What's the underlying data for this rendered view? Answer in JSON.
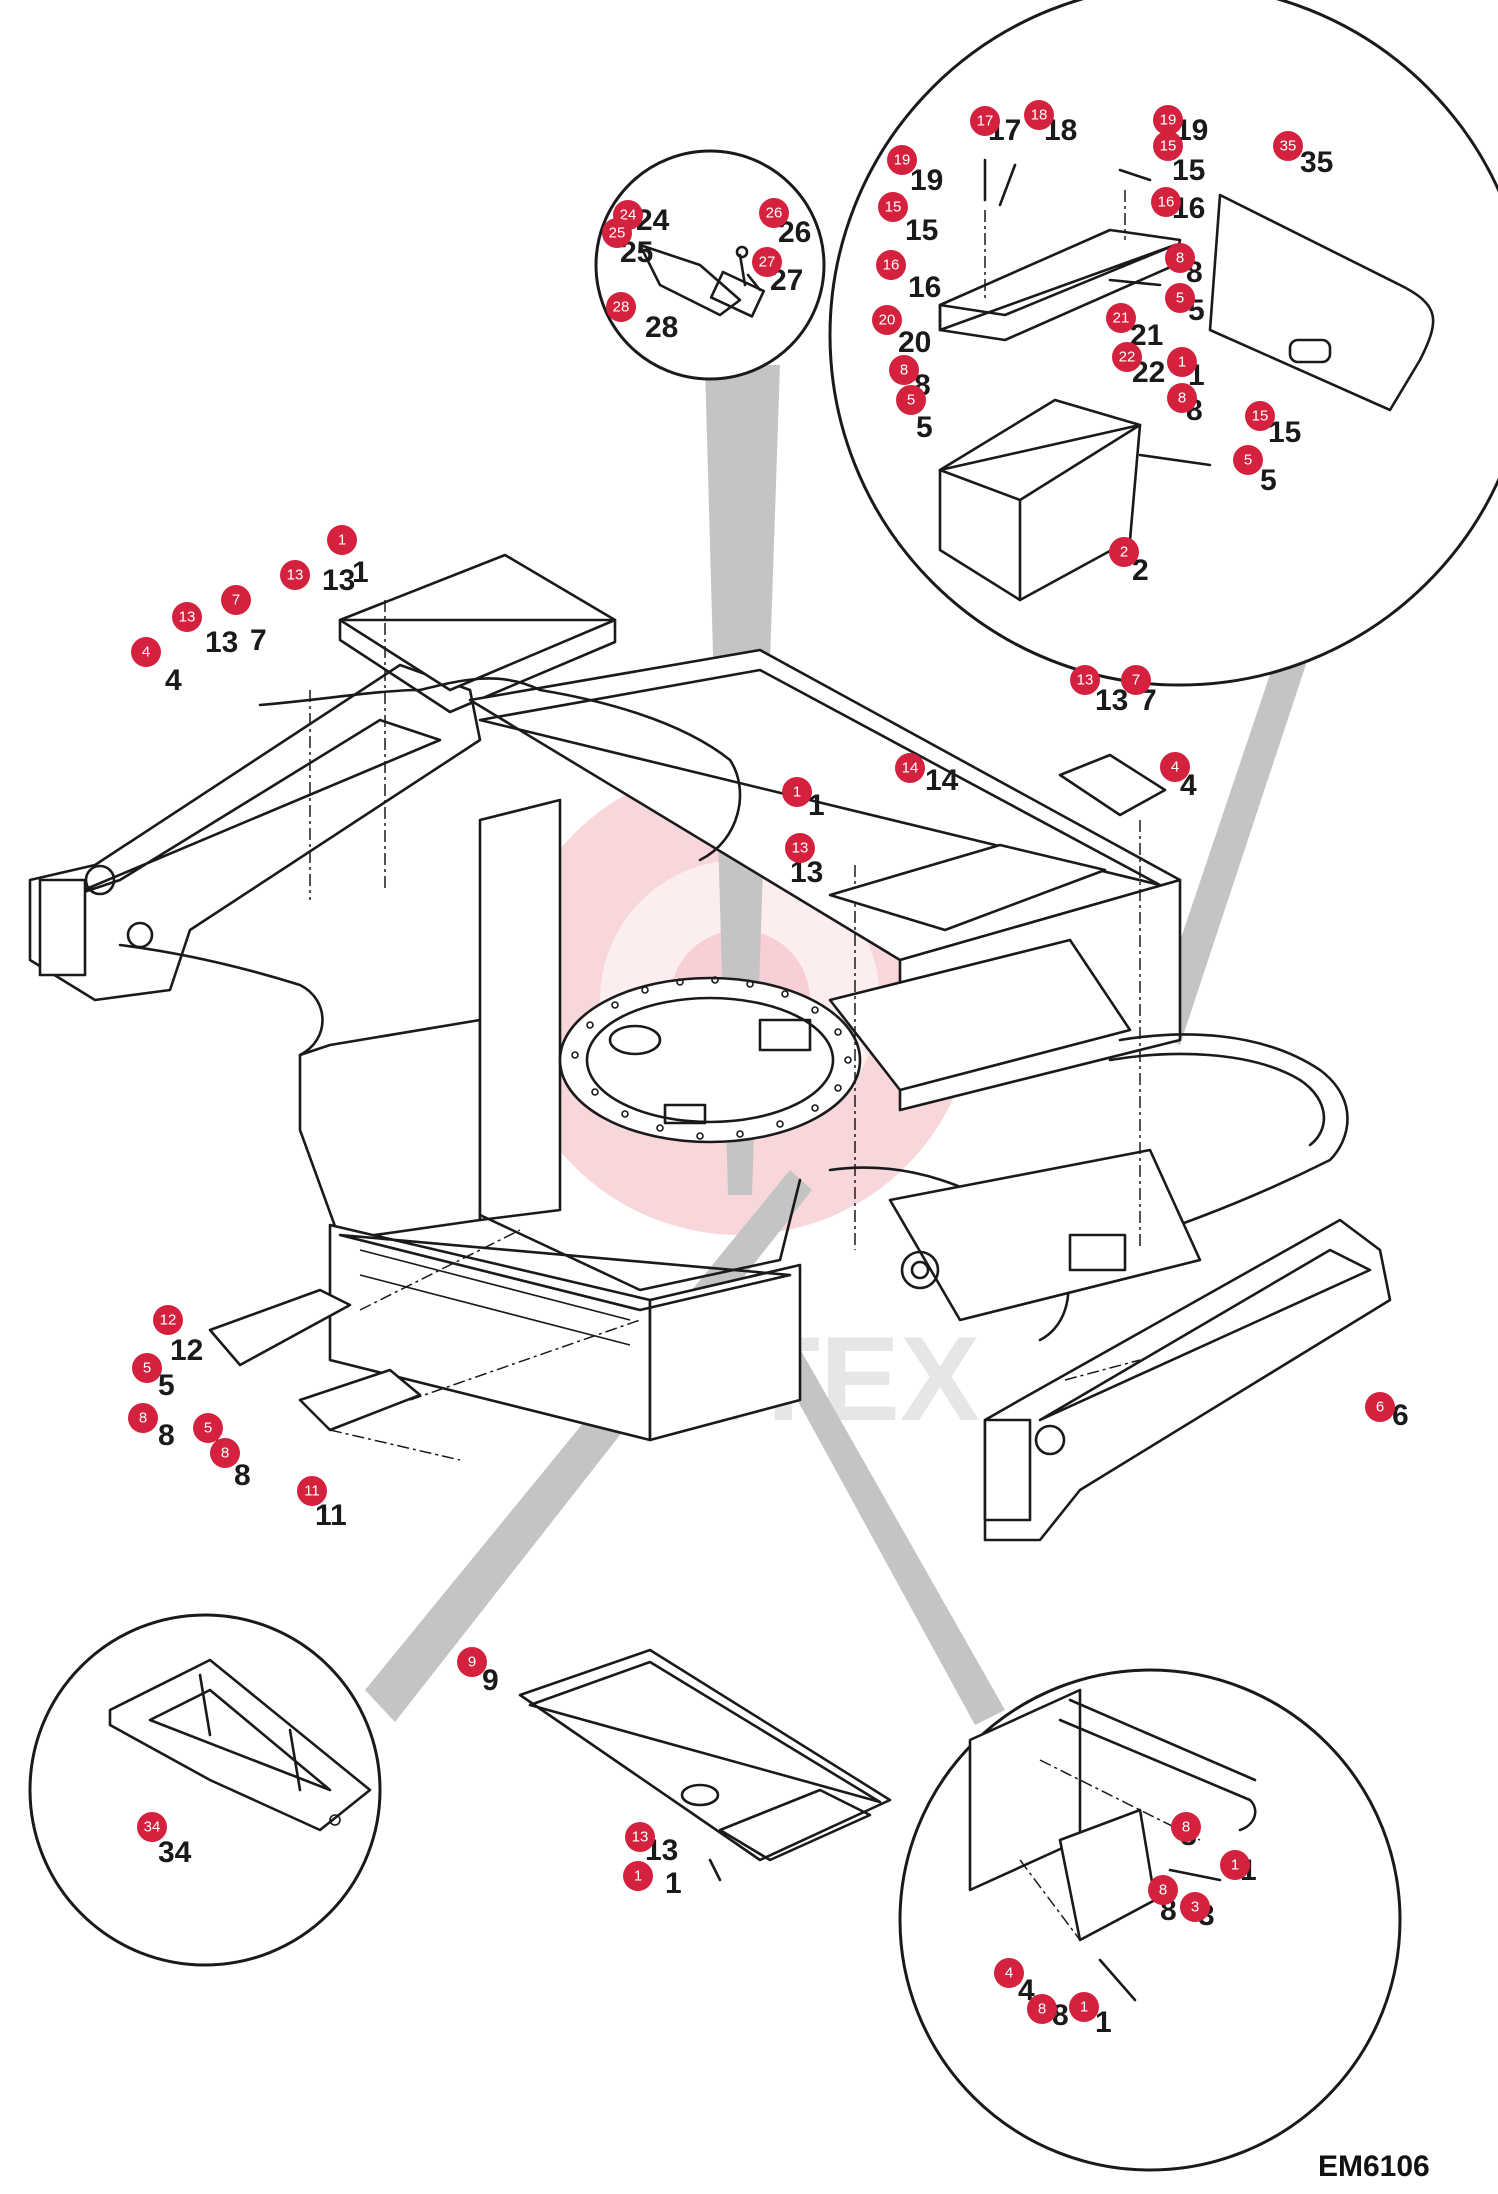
{
  "drawing_code": "EM6106",
  "watermark_text": "MHTEX",
  "badge_color": "#d4213d",
  "callouts": [
    {
      "n": "1"
    },
    {
      "n": "13"
    },
    {
      "n": "13"
    },
    {
      "n": "7"
    },
    {
      "n": "4"
    },
    {
      "n": "14"
    },
    {
      "n": "1"
    },
    {
      "n": "13"
    },
    {
      "n": "13"
    },
    {
      "n": "7"
    },
    {
      "n": "4"
    },
    {
      "n": "12"
    },
    {
      "n": "5"
    },
    {
      "n": "8"
    },
    {
      "n": "5"
    },
    {
      "n": "8"
    },
    {
      "n": "11"
    },
    {
      "n": "6"
    },
    {
      "n": "24"
    },
    {
      "n": "25"
    },
    {
      "n": "26"
    },
    {
      "n": "27"
    },
    {
      "n": "28"
    },
    {
      "n": "17"
    },
    {
      "n": "18"
    },
    {
      "n": "19"
    },
    {
      "n": "15"
    },
    {
      "n": "16"
    },
    {
      "n": "20"
    },
    {
      "n": "8"
    },
    {
      "n": "5"
    },
    {
      "n": "19"
    },
    {
      "n": "15"
    },
    {
      "n": "16"
    },
    {
      "n": "8"
    },
    {
      "n": "5"
    },
    {
      "n": "21"
    },
    {
      "n": "22"
    },
    {
      "n": "1"
    },
    {
      "n": "8"
    },
    {
      "n": "15"
    },
    {
      "n": "5"
    },
    {
      "n": "2"
    },
    {
      "n": "35"
    },
    {
      "n": "34"
    },
    {
      "n": "9"
    },
    {
      "n": "13"
    },
    {
      "n": "1"
    },
    {
      "n": "8"
    },
    {
      "n": "1"
    },
    {
      "n": "8"
    },
    {
      "n": "3"
    },
    {
      "n": "4"
    },
    {
      "n": "8"
    },
    {
      "n": "1"
    }
  ]
}
